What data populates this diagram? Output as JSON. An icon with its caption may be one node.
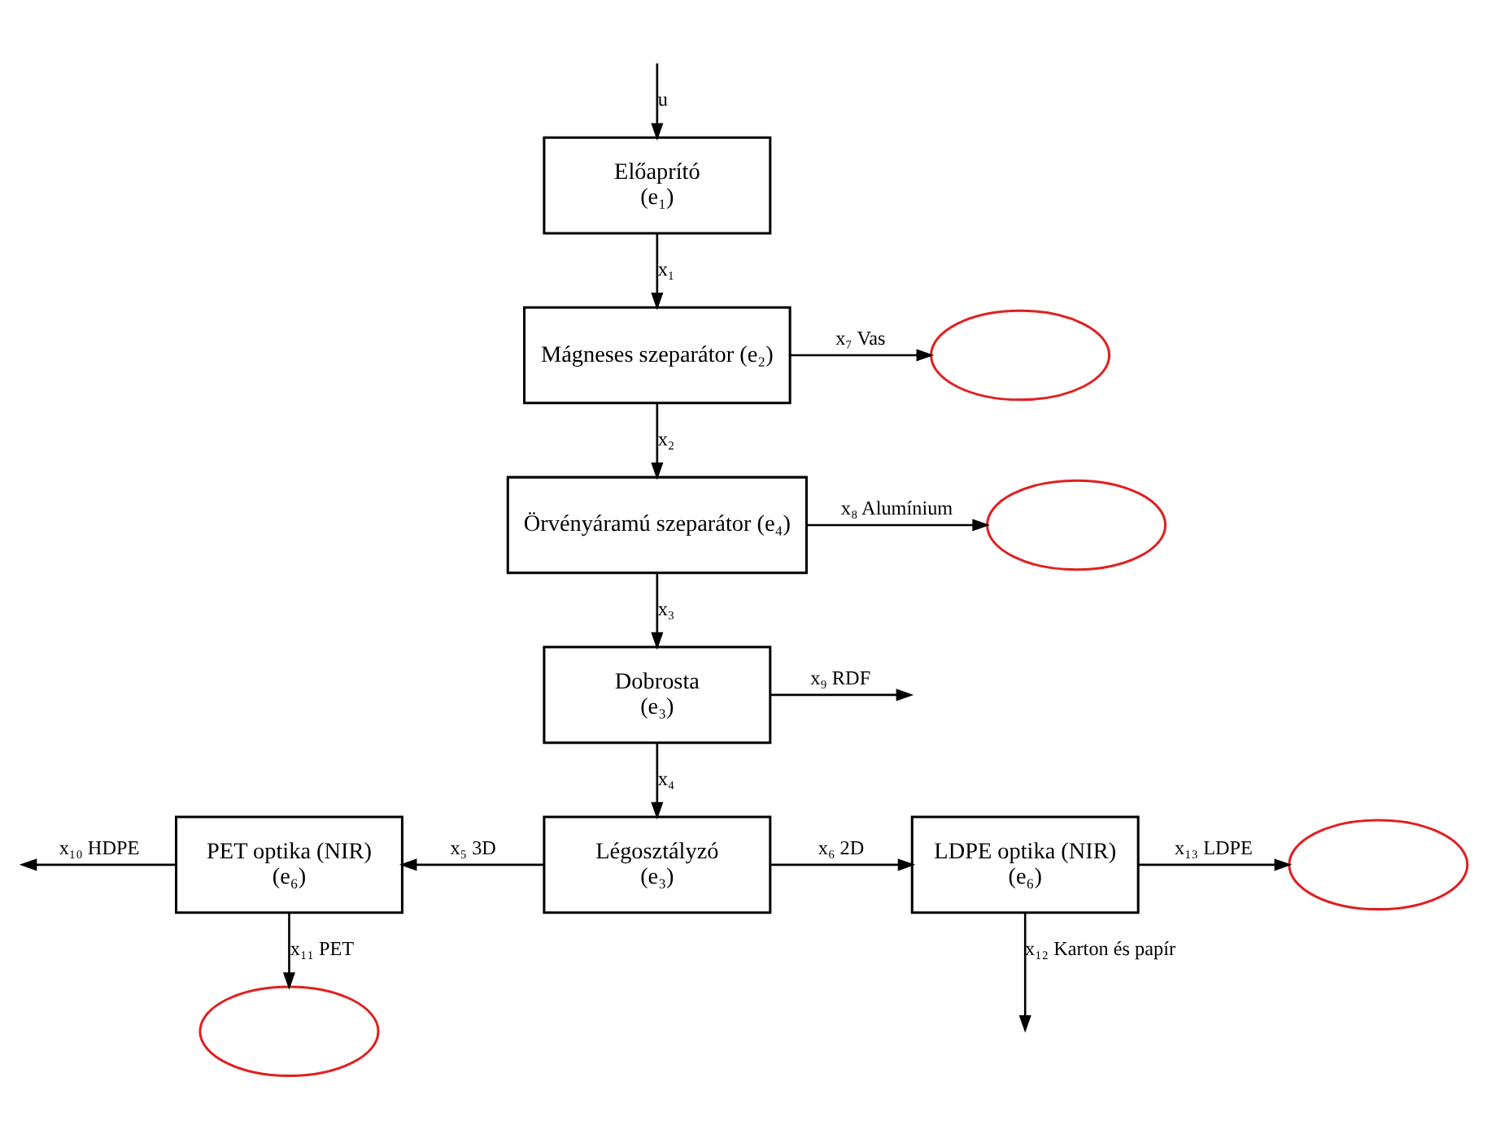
{
  "diagram": {
    "nodes": [
      {
        "text": [
          "Előaprító",
          "(e₁)"
        ]
      },
      {
        "text": [
          "Mágneses szeparátor (e₂)"
        ]
      },
      {
        "text": [],
        "shape": "ellipse"
      },
      {
        "text": [
          "Örvényáramú szeparátor (e₄)"
        ]
      },
      {
        "text": [],
        "shape": "ellipse"
      },
      {
        "text": [
          "Dobrosta",
          "(e₃)"
        ]
      },
      {
        "text": [
          "PET optika (NIR)",
          "(e₆)"
        ]
      },
      {
        "text": [
          "Légosztályzó",
          "(e₃)"
        ]
      },
      {
        "text": [
          "LDPE optika (NIR)",
          "(e₆)"
        ]
      },
      {
        "text": [],
        "shape": "ellipse"
      },
      {
        "text": [],
        "shape": "ellipse"
      }
    ],
    "edges": [
      {
        "from": null,
        "to": 0,
        "arrow": "to",
        "label": "u"
      },
      {
        "from": 0,
        "to": 1,
        "arrow": "to",
        "label": "x₁"
      },
      {
        "from": 1,
        "to": 3,
        "arrow": "to",
        "label": "x₂"
      },
      {
        "from": 3,
        "to": 5,
        "arrow": "to",
        "label": "x₃"
      },
      {
        "from": 5,
        "to": 7,
        "arrow": "to",
        "label": "x₄"
      },
      {
        "from": 1,
        "to": 2,
        "arrow": "to",
        "label": "x₇ Vas"
      },
      {
        "from": 3,
        "to": 4,
        "arrow": "to",
        "label": "x₈ Alumínium"
      },
      {
        "from": 5,
        "to": null,
        "arrow": "to",
        "label": "x₉ RDF"
      },
      {
        "from": 7,
        "to": 6,
        "arrow": "to",
        "label": "x₅ 3D"
      },
      {
        "from": 7,
        "to": 8,
        "arrow": "to",
        "label": "x₆ 2D"
      },
      {
        "from": 6,
        "to": null,
        "arrow": "to",
        "label": "x₁₀ HDPE"
      },
      {
        "from": 6,
        "to": 10,
        "arrow": "to",
        "label": "x₁₁ PET"
      },
      {
        "from": 8,
        "to": 9,
        "arrow": "to",
        "label": "x₁₃ LDPE"
      },
      {
        "from": 8,
        "to": null,
        "arrow": "to",
        "label": "x₁₂ Karton és papír"
      }
    ]
  }
}
